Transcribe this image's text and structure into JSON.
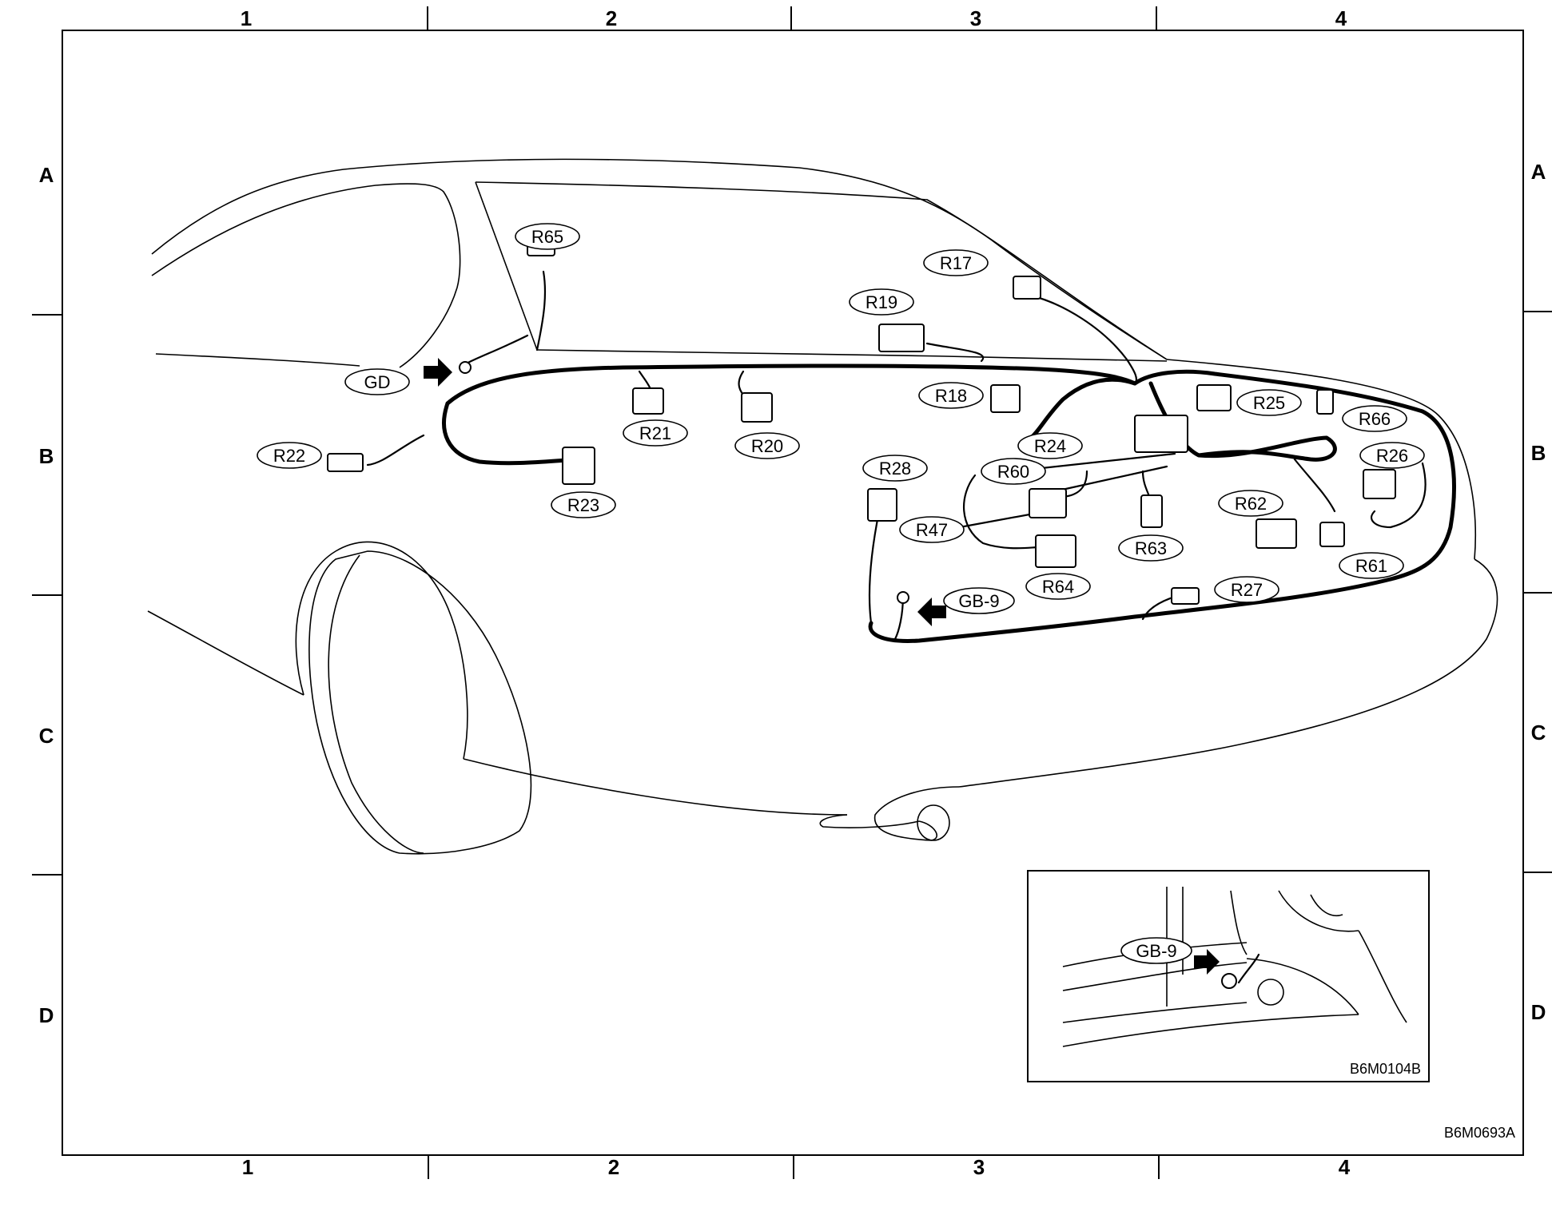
{
  "grid": {
    "columns": [
      "1",
      "2",
      "3",
      "4"
    ],
    "rows": [
      "A",
      "B",
      "C",
      "D"
    ]
  },
  "connectors": [
    {
      "id": "r65",
      "label": "R65"
    },
    {
      "id": "r17",
      "label": "R17"
    },
    {
      "id": "r19",
      "label": "R19"
    },
    {
      "id": "gd",
      "label": "GD"
    },
    {
      "id": "r18",
      "label": "R18"
    },
    {
      "id": "r25",
      "label": "R25"
    },
    {
      "id": "r66",
      "label": "R66"
    },
    {
      "id": "r22",
      "label": "R22"
    },
    {
      "id": "r21",
      "label": "R21"
    },
    {
      "id": "r20",
      "label": "R20"
    },
    {
      "id": "r24",
      "label": "R24"
    },
    {
      "id": "r26",
      "label": "R26"
    },
    {
      "id": "r60",
      "label": "R60"
    },
    {
      "id": "r28",
      "label": "R28"
    },
    {
      "id": "r23",
      "label": "R23"
    },
    {
      "id": "r62",
      "label": "R62"
    },
    {
      "id": "r47",
      "label": "R47"
    },
    {
      "id": "r63",
      "label": "R63"
    },
    {
      "id": "r61",
      "label": "R61"
    },
    {
      "id": "r64",
      "label": "R64"
    },
    {
      "id": "gb9",
      "label": "GB-9"
    },
    {
      "id": "r27",
      "label": "R27"
    }
  ],
  "inset": {
    "label": "GB-9",
    "code": "B6M0104B"
  },
  "figure_code": "B6M0693A"
}
